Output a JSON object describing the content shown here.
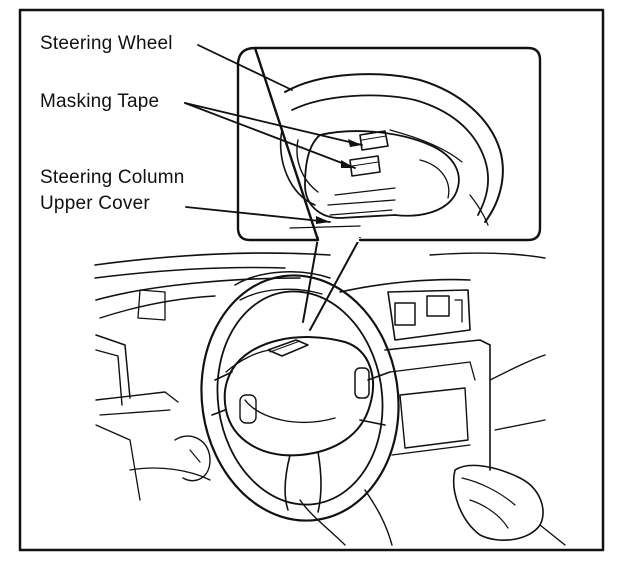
{
  "labels": {
    "steering_wheel": "Steering Wheel",
    "masking_tape": "Masking Tape",
    "column_cover_line1": "Steering Column",
    "column_cover_line2": "Upper Cover"
  },
  "colors": {
    "ink": "#111111",
    "paper": "#ffffff"
  }
}
